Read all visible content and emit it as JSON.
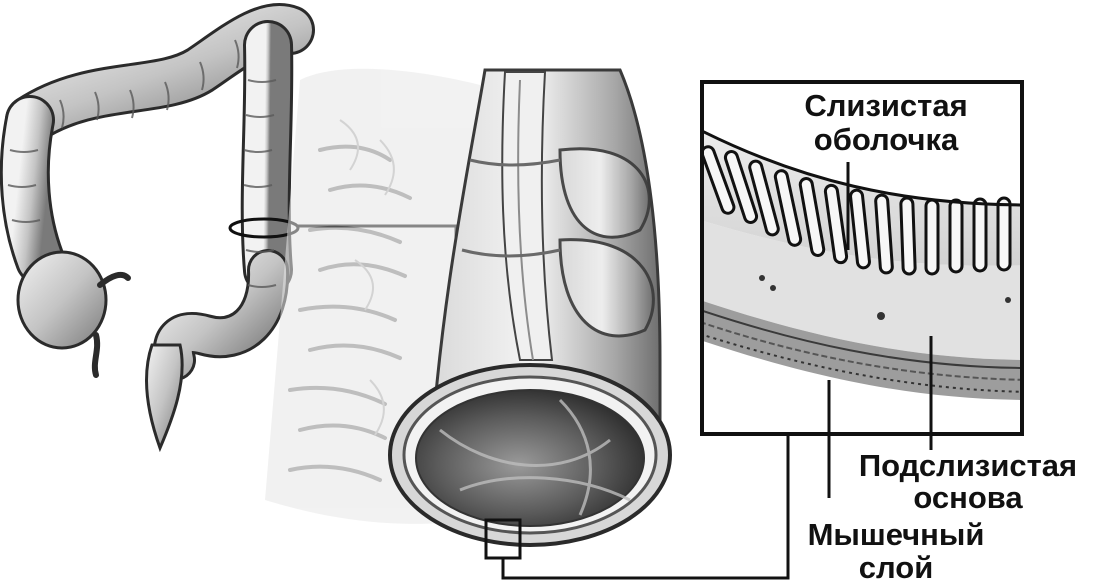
{
  "labels": {
    "mucosa_line1": "Слизистая",
    "mucosa_line2": "оболочка",
    "submucosa_line1": "Подслизистая",
    "submucosa_line2": "основа",
    "muscle_line1": "Мышечный",
    "muscle_line2": "слой"
  },
  "colors": {
    "ink": "#111111",
    "tissue_light": "#e6e6e6",
    "tissue_mid": "#bdbdbd",
    "tissue_dark": "#6e6e6e",
    "background": "#ffffff"
  }
}
